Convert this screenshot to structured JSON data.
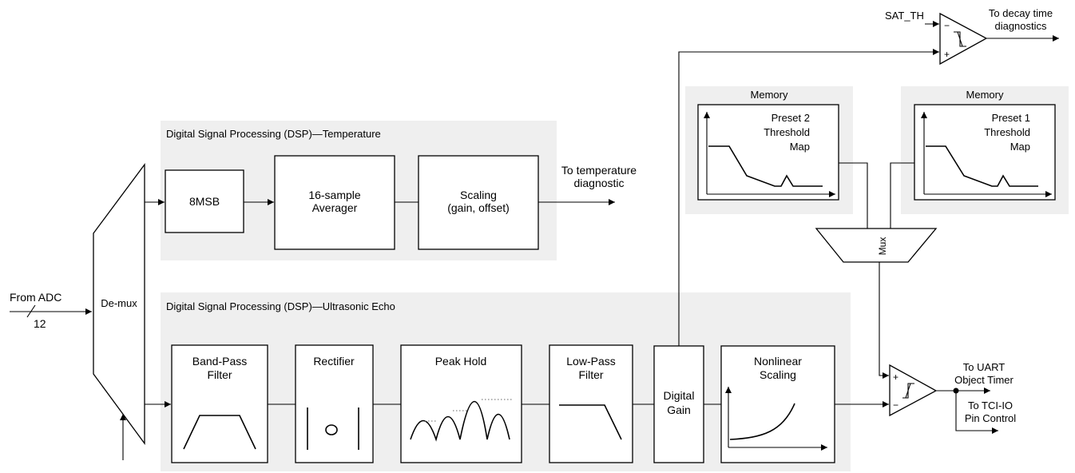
{
  "input": {
    "label": "From ADC",
    "bus_width": "12"
  },
  "demux": {
    "label": "De-mux"
  },
  "dsp_temperature": {
    "title": "Digital Signal Processing (DSP)—Temperature",
    "blocks": {
      "msb": "8MSB",
      "averager_line1": "16-sample",
      "averager_line2": "Averager",
      "scaling_line1": "Scaling",
      "scaling_line2": "(gain, offset)"
    },
    "output_line1": "To temperature",
    "output_line2": "diagnostic"
  },
  "dsp_echo": {
    "title": "Digital Signal Processing (DSP)—Ultrasonic Echo",
    "blocks": {
      "bandpass_line1": "Band-Pass",
      "bandpass_line2": "Filter",
      "rectifier": "Rectifier",
      "peak_hold": "Peak Hold",
      "lowpass_line1": "Low-Pass",
      "lowpass_line2": "Filter",
      "gain_line1": "Digital",
      "gain_line2": "Gain",
      "nonlinear_line1": "Nonlinear",
      "nonlinear_line2": "Scaling"
    }
  },
  "memory_preset2": {
    "label": "Memory",
    "line1": "Preset 2",
    "line2": "Threshold",
    "line3": "Map"
  },
  "memory_preset1": {
    "label": "Memory",
    "line1": "Preset 1",
    "line2": "Threshold",
    "line3": "Map"
  },
  "mux": {
    "label": "Mux"
  },
  "saturation": {
    "threshold_label": "SAT_TH",
    "output_line1": "To decay time",
    "output_line2": "diagnostics",
    "minus": "−",
    "plus": "+"
  },
  "comparator": {
    "plus": "+",
    "minus": "−",
    "out1_line1": "To UART",
    "out1_line2": "Object Timer",
    "out2_line1": "To TCI-IO",
    "out2_line2": "Pin Control"
  },
  "colors": {
    "panel": "#efefef",
    "stroke": "#000000",
    "dotted": "#666666"
  }
}
